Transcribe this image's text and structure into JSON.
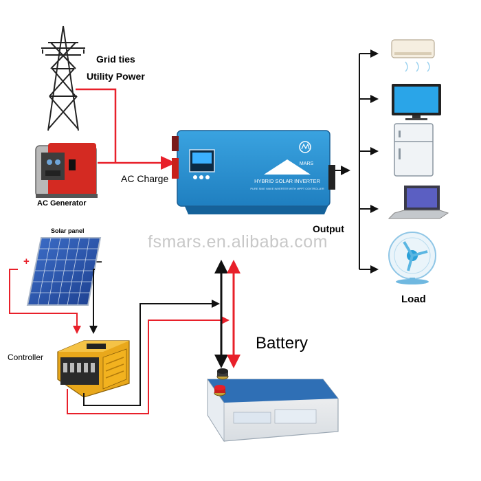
{
  "labels": {
    "grid_line1": "Grid ties",
    "grid_line2": "Utility Power",
    "ac_charge": "AC Charge",
    "ac_generator": "AC Generator",
    "solar_panel": "Solar panel",
    "plus": "+",
    "minus": "−",
    "controller": "Controller",
    "output": "Output",
    "battery": "Battery",
    "load": "Load"
  },
  "watermark": "fsmars.en.alibaba.com",
  "inverter": {
    "brand": "MARS",
    "title": "HYBRID SOLAR INVERTER",
    "subtitle": "PURE SINE WAVE INVERTER WITH MPPT CONTROLLER"
  },
  "colors": {
    "ac_line": "#e8202a",
    "dc_line": "#111111",
    "inverter_body": "#2a8fd0",
    "controller_body": "#f2b21f",
    "battery_top": "#2f6fb5"
  }
}
